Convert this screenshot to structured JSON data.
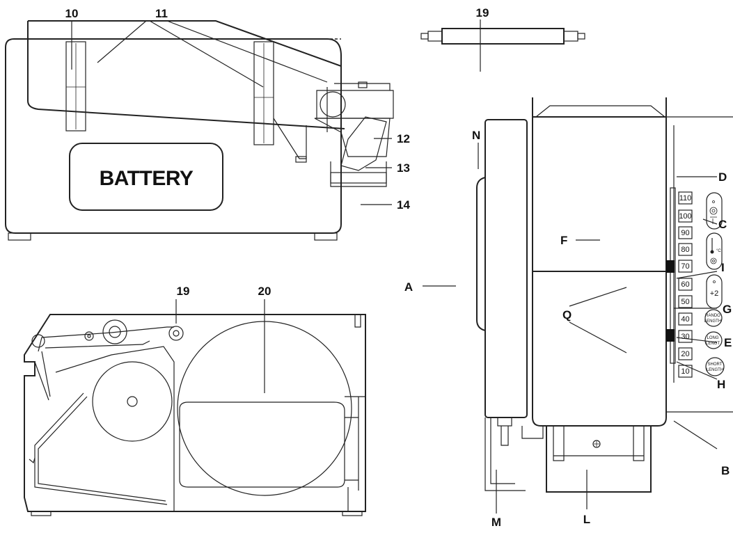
{
  "callouts": {
    "c10": "10",
    "c11": "11",
    "c12": "12",
    "c13": "13",
    "c14": "14",
    "c19a": "19",
    "c19b": "19",
    "c20": "20",
    "A": "A",
    "B": "B",
    "C": "C",
    "D": "D",
    "E": "E",
    "F": "F",
    "G": "G",
    "H": "H",
    "I": "I",
    "L": "L",
    "M": "M",
    "N": "N",
    "Q": "Q"
  },
  "battery_label": "BATTERY",
  "keypad": {
    "numbers": [
      "110",
      "100",
      "90",
      "80",
      "70",
      "60",
      "50",
      "40",
      "30",
      "20",
      "10"
    ],
    "plus_two": "+2",
    "random_length": [
      "RANDO",
      "LENGTH"
    ],
    "long_length": [
      "LONG",
      "LENGT"
    ],
    "short_length": [
      "SHORT",
      "LENGTH"
    ]
  },
  "icons": [
    "scissors-icon",
    "thermometer-icon",
    "plus-two-icon"
  ]
}
